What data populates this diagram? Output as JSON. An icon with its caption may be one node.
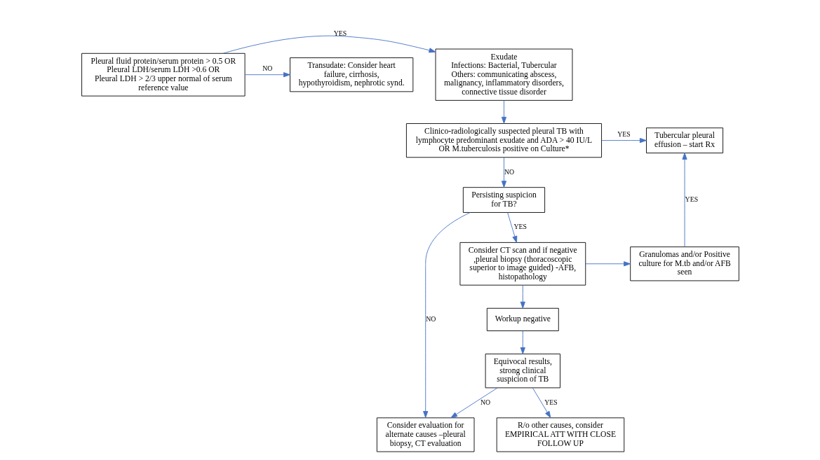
{
  "diagram": {
    "nodes": [
      {
        "text": [
          "Exudate",
          "Infections: Bacterial, Tubercular",
          "Others: communicating abscess, malignancy, inflammatory disorders, connective tissue disorder"
        ]
      },
      {
        "text": [
          "Pleural fluid protein/serum protein > 0.5 OR",
          "Pleural LDH/serum LDH >0.6 OR",
          "Pleural LDH > 2/3 upper normal of serum reference value"
        ]
      },
      {
        "text": [
          "Transudate: Consider heart failure, cirrhosis, hypothyroidism, nephrotic synd."
        ]
      },
      {
        "text": [
          "Clinico-radiologically suspected pleural TB with lymphocyte predominant exudate and ADA > 40 IU/L OR M.tuberculosis positive on Culture*"
        ]
      },
      {
        "text": [
          "Tubercular pleural effusion – start Rx"
        ]
      },
      {
        "text": [
          "Granulomas and/or Positive culture for M.tb and/or AFB seen"
        ]
      },
      {
        "text": [
          "Consider CT scan and if negative ,pleural biopsy (thoracoscopic superior to image guided) -AFB, histopathology"
        ]
      },
      {
        "text": [
          "Workup negative"
        ]
      },
      {
        "text": [
          "Persisting suspicion for TB?"
        ]
      },
      {
        "text": [
          "Equivocal results, strong clinical suspicion of TB"
        ]
      },
      {
        "text": [
          "Consider evaluation for alternate causes –pleural biopsy, CT evaluation"
        ]
      },
      {
        "text": [
          "R/o other causes, consider EMPIRICAL ATT WITH CLOSE FOLLOW UP"
        ]
      }
    ],
    "edges": [
      {
        "from": 1,
        "to": 0,
        "arrow": "to",
        "label": "YES"
      },
      {
        "from": 1,
        "to": 2,
        "arrow": "to",
        "label": "NO"
      },
      {
        "from": 0,
        "to": 3,
        "arrow": "to"
      },
      {
        "from": 3,
        "to": 4,
        "arrow": "to",
        "label": "YES"
      },
      {
        "from": 5,
        "to": 4,
        "arrow": "to",
        "label": "YES"
      },
      {
        "from": 3,
        "to": 8,
        "arrow": "to",
        "label": "NO"
      },
      {
        "from": 8,
        "to": 6,
        "arrow": "to",
        "label": "YES"
      },
      {
        "from": 8,
        "to": 10,
        "arrow": "to",
        "label": "NO"
      },
      {
        "from": 6,
        "to": 5,
        "arrow": "to"
      },
      {
        "from": 6,
        "to": 7,
        "arrow": "to"
      },
      {
        "from": 7,
        "to": 9,
        "arrow": "to"
      },
      {
        "from": 9,
        "to": 10,
        "arrow": "to",
        "label": "NO"
      },
      {
        "from": 9,
        "to": 11,
        "arrow": "to",
        "label": "YES"
      }
    ]
  }
}
